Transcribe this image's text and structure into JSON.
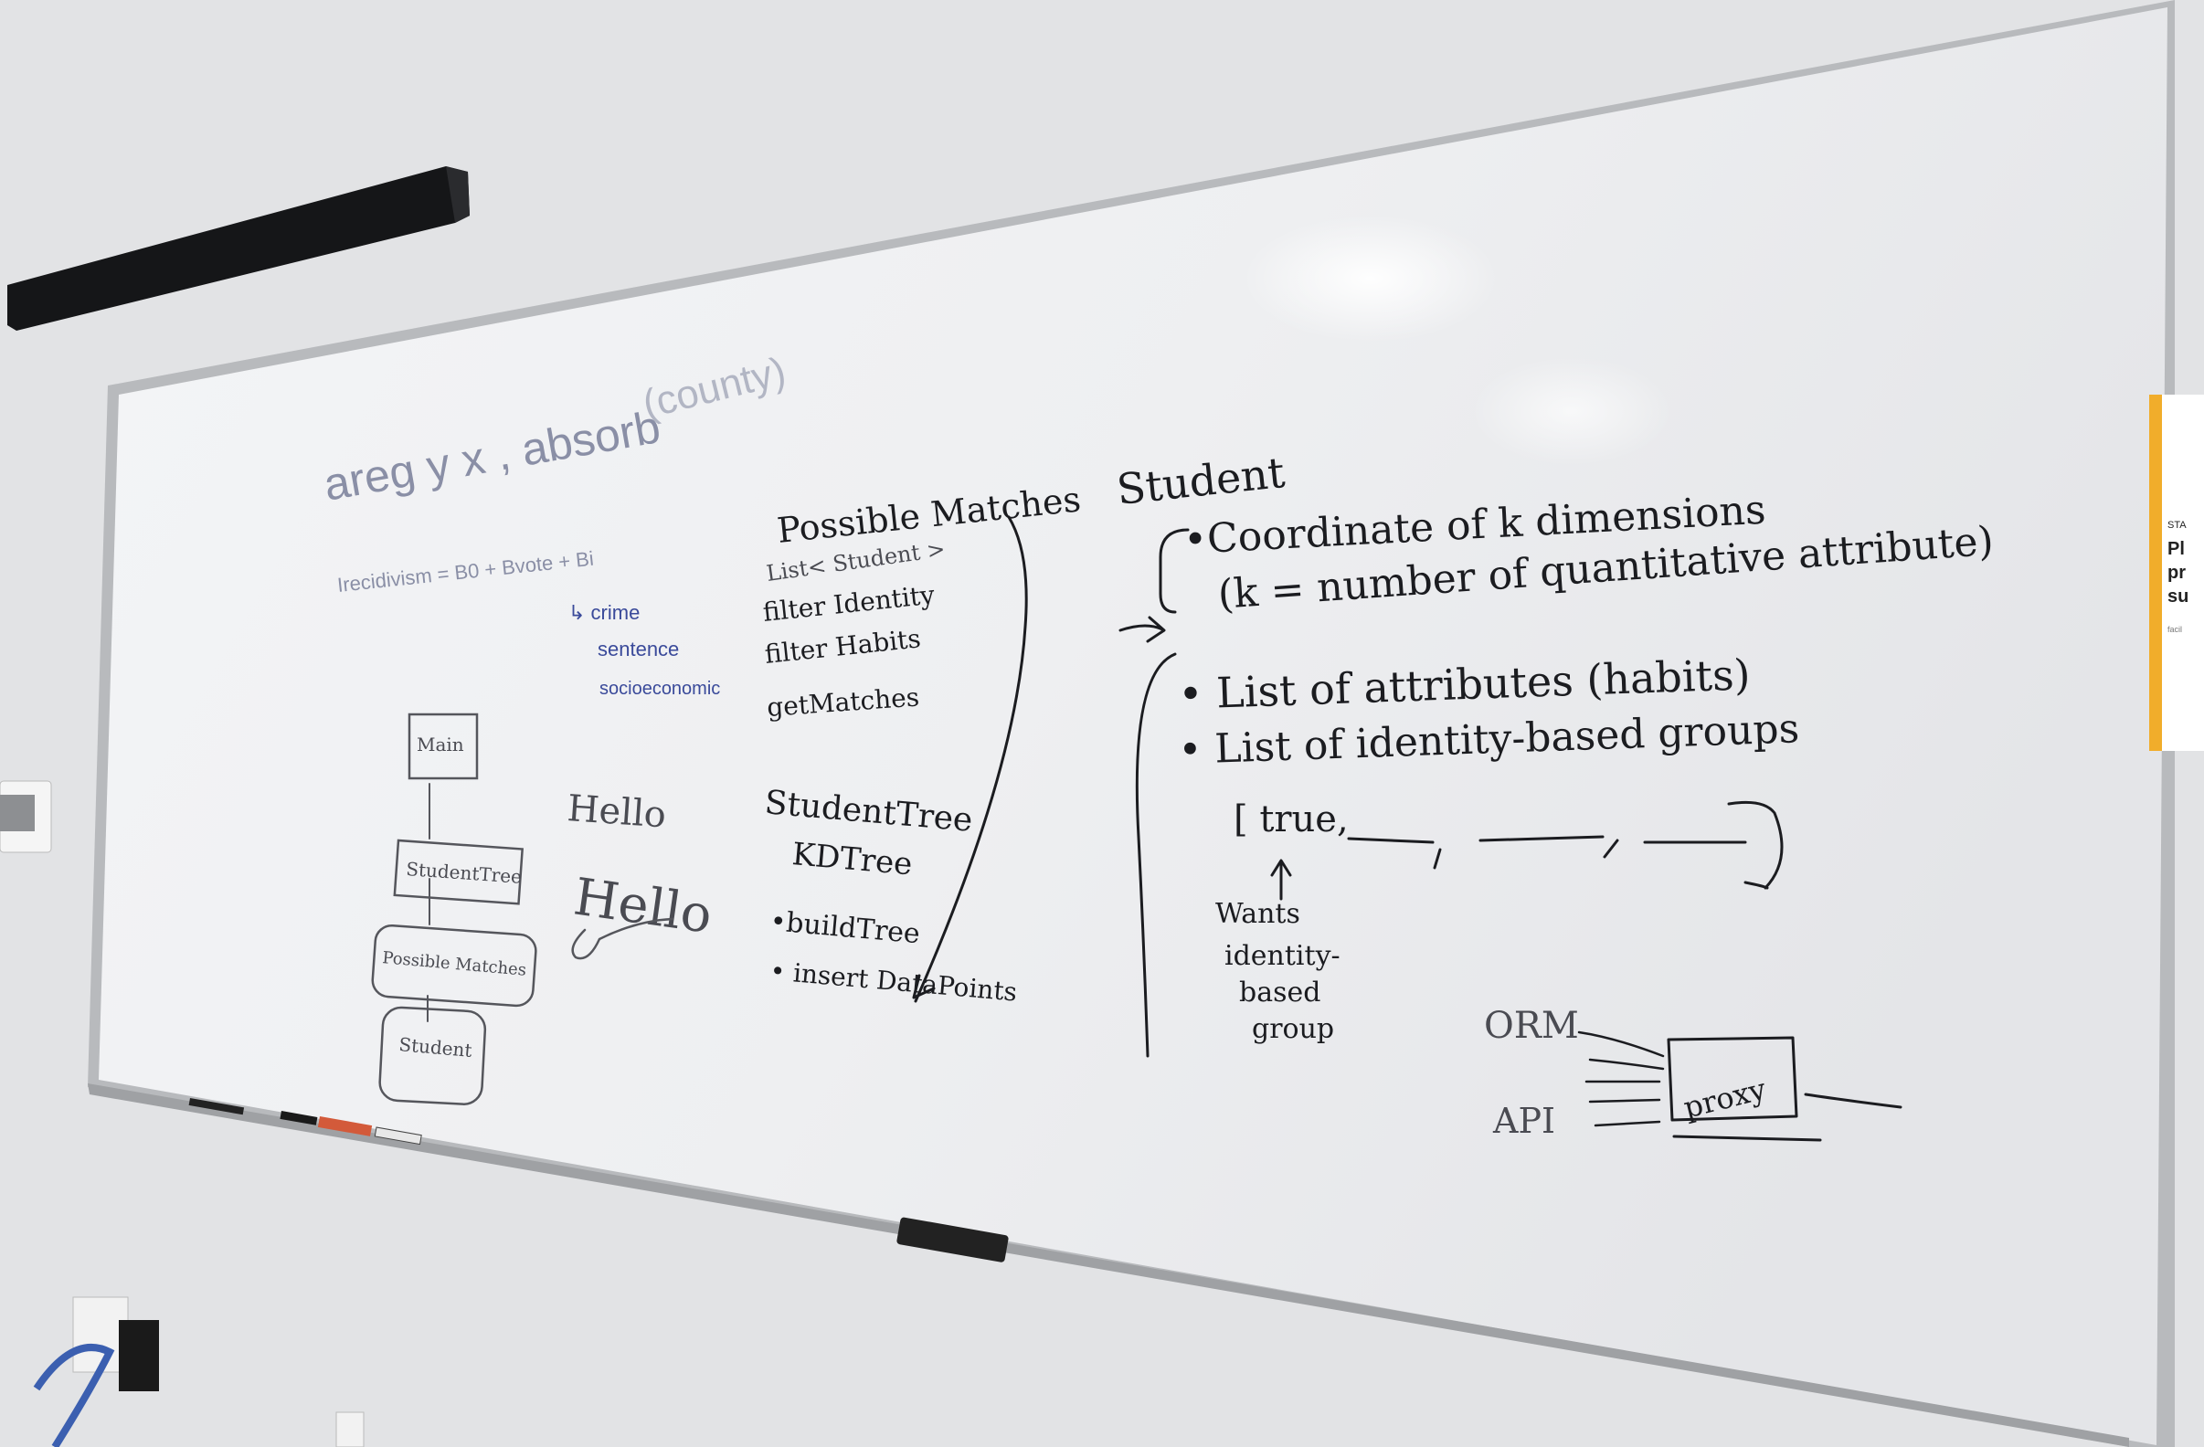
{
  "colors": {
    "wall": "#e3e4e6",
    "board": "#f3f4f6",
    "frame": "#b8babd",
    "ink_black": "#1b1c20",
    "ink_blue": "#3a4a9a",
    "ink_faded": "#8a8fa6",
    "sign_accent": "#f1ad2b"
  },
  "icons": {
    "speaker_bar": "soundbar-icon",
    "eraser": "eraser-icon",
    "thermostat": "thermostat-icon",
    "outlet": "power-outlet-icon"
  },
  "whiteboard": {
    "faded_top": [
      "areg y x , absorb",
      "(county)"
    ],
    "faded_formula": "Irecidivism = B0 + Bvote + Bi",
    "blue_list": [
      "↳ crime",
      "sentence",
      "socioeconomic"
    ],
    "hierarchy": [
      "Main",
      "StudentTree",
      "Possible Matches",
      "Student"
    ],
    "hello": [
      "Hello",
      "Hello"
    ],
    "possible_matches": {
      "title": "Possible Matches",
      "items": [
        "List< Student >",
        "filter Identity",
        "filter Habits",
        "getMatches"
      ]
    },
    "student_tree": {
      "title": "StudentTree",
      "subtitle": "KDTree",
      "items": [
        "•buildTree",
        "• insert DataPoints"
      ]
    },
    "student": {
      "title": "Student",
      "coord_line": "•Coordinate of k dimensions",
      "coord_note": "(k = number of quantitative attribute)",
      "bullets": [
        "• List of attributes (habits)",
        "• List of identity-based groups"
      ],
      "array": "[ true,",
      "wants_note": [
        "Wants",
        "identity-",
        "based",
        "group"
      ]
    },
    "proxy_diagram": {
      "labels": [
        "ORM",
        "API"
      ],
      "box": "proxy"
    }
  },
  "sign": {
    "lines": [
      "STA",
      "Pl",
      "pr",
      "su",
      "facil"
    ]
  }
}
